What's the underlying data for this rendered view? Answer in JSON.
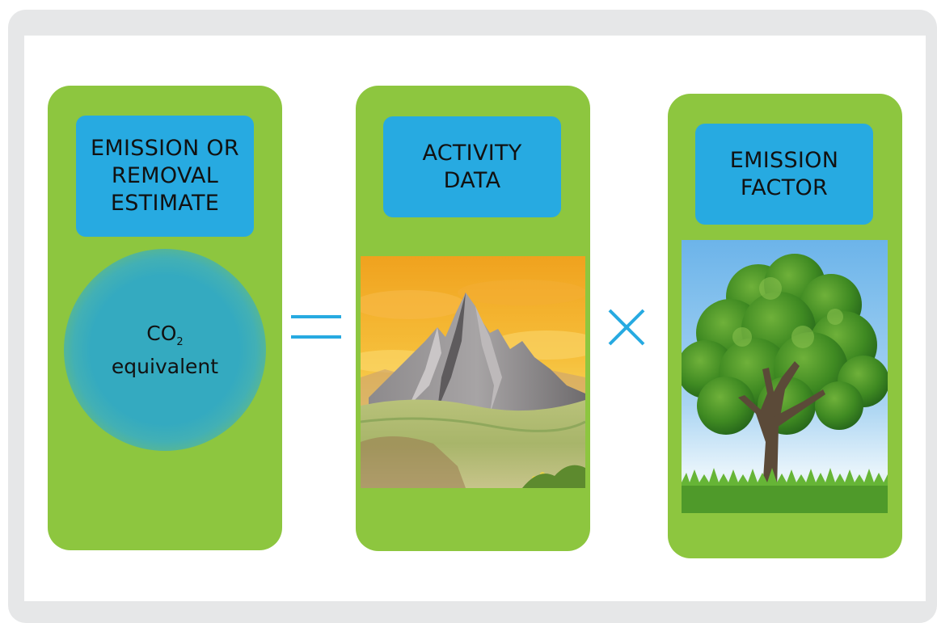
{
  "left_panel": {
    "label_lines": [
      "EMISSION OR",
      "REMOVAL",
      "ESTIMATE"
    ],
    "circle_main": "CO",
    "circle_subscript": "2",
    "circle_second_line": "equivalent"
  },
  "middle_panel": {
    "label_lines": [
      "ACTIVITY",
      "DATA"
    ],
    "image": "mountain-landscape-illustration"
  },
  "right_panel": {
    "label_lines": [
      "EMISSION",
      "FACTOR"
    ],
    "image": "tree-illustration"
  },
  "operators": [
    "equals-sign",
    "multiplication-sign"
  ],
  "colors": {
    "frame": "#e6e7e8",
    "panel": "#8dc63f",
    "label": "#27aae1",
    "operator": "#27aae1",
    "circle": "#34aac0"
  }
}
